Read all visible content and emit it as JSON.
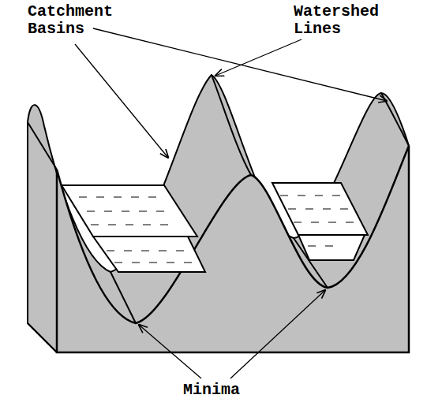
{
  "diagram": {
    "labels": [
      "Catchment Basins",
      "Watershed Lines",
      "Minima"
    ]
  }
}
